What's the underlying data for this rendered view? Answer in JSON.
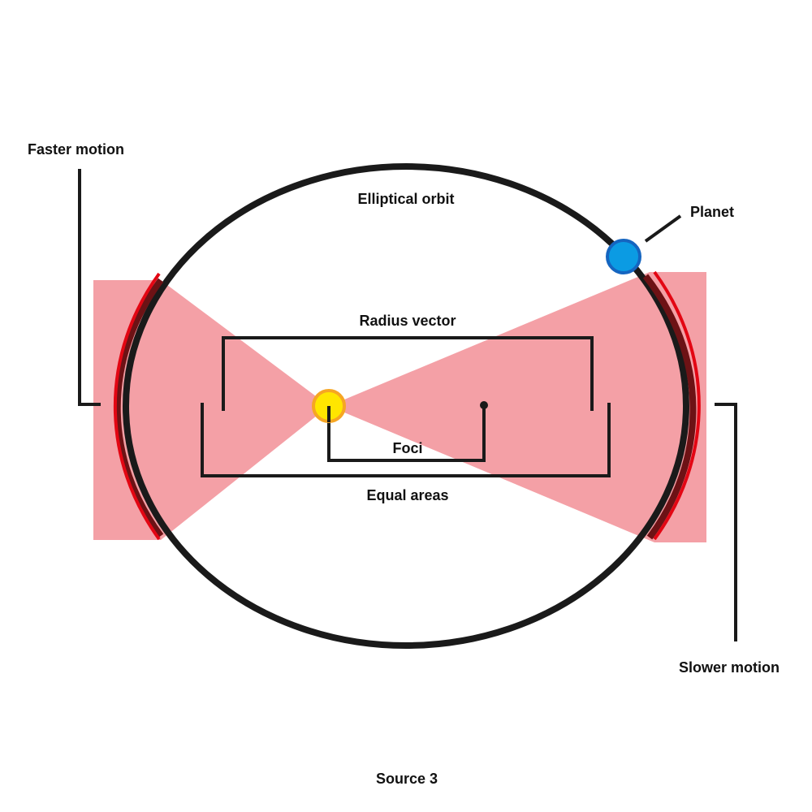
{
  "diagram": {
    "labels": {
      "faster_motion": "Faster motion",
      "elliptical_orbit": "Elliptical orbit",
      "planet": "Planet",
      "radius_vector": "Radius vector",
      "foci": "Foci",
      "equal_areas": "Equal areas",
      "slower_motion": "Slower motion"
    },
    "source": "Source 3"
  },
  "colors": {
    "orbit": "#1a1a1a",
    "swept_area": "#f4a0a6",
    "arc_highlight": "#e30613",
    "sun_fill": "#ffe600",
    "sun_ring": "#f6a623",
    "planet_fill": "#0b9be3",
    "planet_ring": "#1565c0",
    "bracket": "#1a1a1a",
    "text": "#111111"
  },
  "icons": {
    "sun": "sun-icon",
    "planet": "planet-icon"
  }
}
